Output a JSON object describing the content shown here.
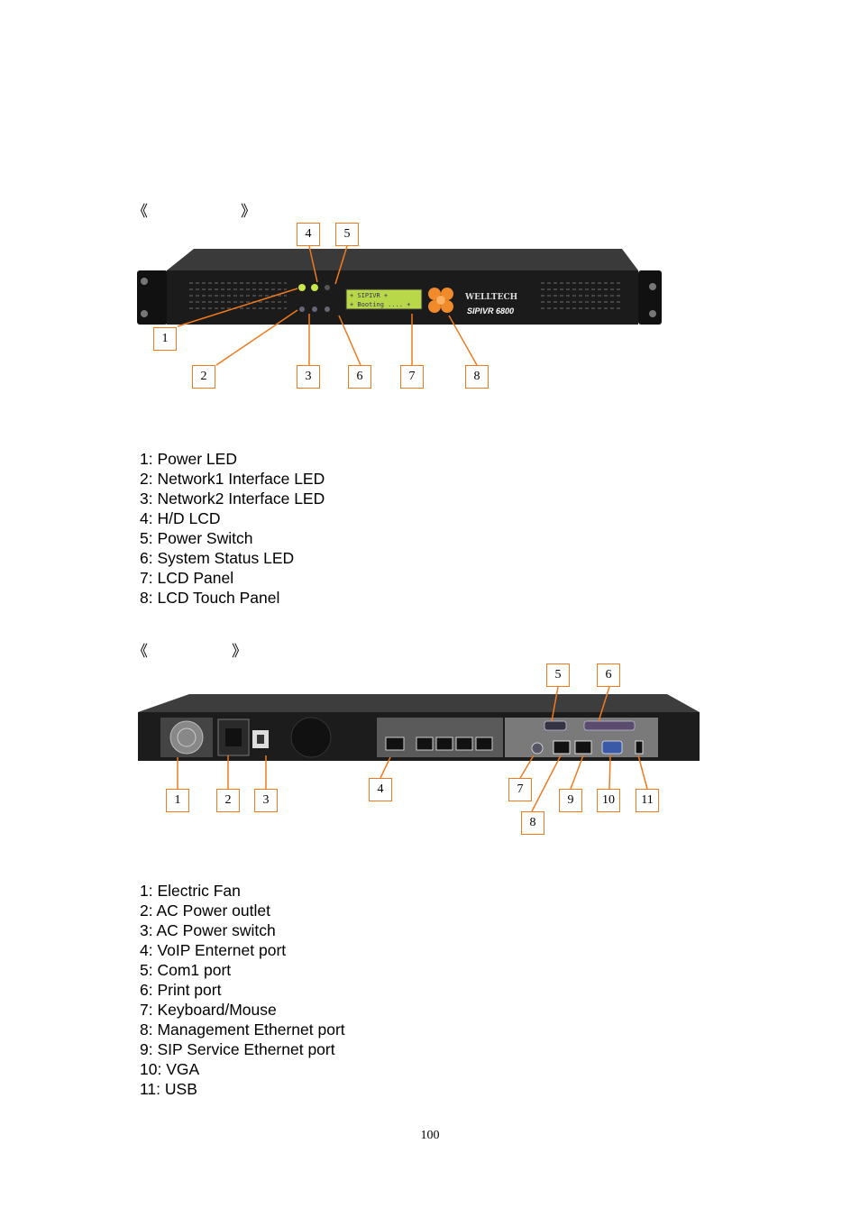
{
  "front": {
    "title_open": "《",
    "title_close": "》",
    "device_brand": "WELLTECH",
    "device_model": "SIPIVR 6800",
    "lcd_line1": "+ SIPIVR        +",
    "lcd_line2": "+ Booting ....  +",
    "callouts": [
      "1",
      "2",
      "3",
      "4",
      "5",
      "6",
      "7",
      "8"
    ],
    "legend": [
      "1: Power LED",
      "2: Network1 Interface LED",
      "3: Network2 Interface LED",
      "4: H/D LCD",
      "5: Power Switch",
      "6: System Status LED",
      "7: LCD Panel",
      "8: LCD Touch Panel"
    ]
  },
  "rear": {
    "title_open": "《",
    "title_close": "》",
    "callouts": [
      "1",
      "2",
      "3",
      "4",
      "5",
      "6",
      "7",
      "8",
      "9",
      "10",
      "11"
    ],
    "legend": [
      "1: Electric Fan",
      "2: AC Power outlet",
      "3: AC Power switch",
      "4: VoIP Enternet port",
      "5: Com1 port",
      "6: Print port",
      "7: Keyboard/Mouse",
      "8: Management Ethernet port",
      "9: SIP Service Ethernet port",
      "10: VGA",
      "11: USB"
    ]
  },
  "page_number": "100",
  "colors": {
    "callout": "#f07a1e",
    "chassis": "#1a1a1a",
    "lcd": "#b8d84a"
  }
}
